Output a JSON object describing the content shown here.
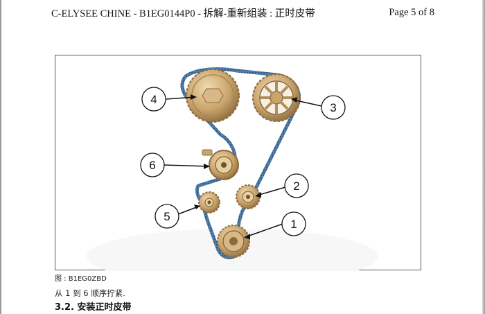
{
  "header": {
    "title": "C-ELYSEE CHINE - B1EG0144P0 - 拆解-重新组装 : 正时皮带",
    "page": "Page 5 of 8"
  },
  "figure": {
    "callouts": [
      {
        "number": "1"
      },
      {
        "number": "2"
      },
      {
        "number": "3"
      },
      {
        "number": "4"
      },
      {
        "number": "5"
      },
      {
        "number": "6"
      }
    ],
    "caption": "图 : B1EG0ZBD",
    "colors": {
      "belt": "#4f7da8",
      "gear": "#c9a46b",
      "gear_dark": "#8b6a3e"
    }
  },
  "instruction": "从 1 到 6 顺序拧紧.",
  "section_heading": "3.2. 安装正时皮带"
}
